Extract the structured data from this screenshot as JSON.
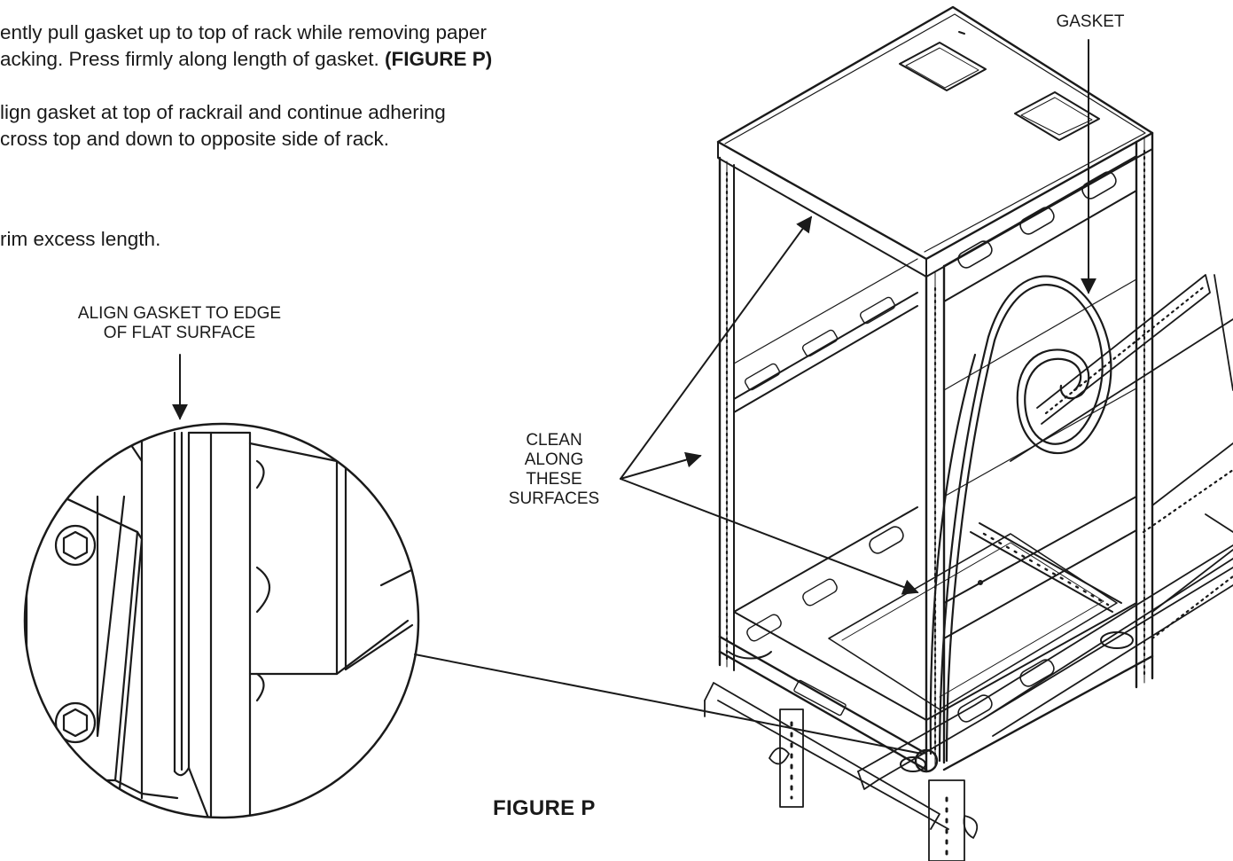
{
  "instructions": {
    "step1_line1": "ently pull gasket up to top of rack while removing paper",
    "step1_line2": "acking. Press firmly along length of gasket.",
    "step1_ref": "(FIGURE P)",
    "step2_line1": "lign gasket at top of rackrail and continue adhering",
    "step2_line2": "cross top and down to opposite side of rack.",
    "step3_line1": "rim excess length."
  },
  "callouts": {
    "align_line1": "ALIGN GASKET TO EDGE",
    "align_line2": "OF FLAT SURFACE",
    "clean_line1": "CLEAN",
    "clean_line2": "ALONG",
    "clean_line3": "THESE",
    "clean_line4": "SURFACES",
    "gasket": "GASKET"
  },
  "figure_caption": "FIGURE P",
  "colors": {
    "ink": "#1a1a1a",
    "paper": "#ffffff"
  }
}
